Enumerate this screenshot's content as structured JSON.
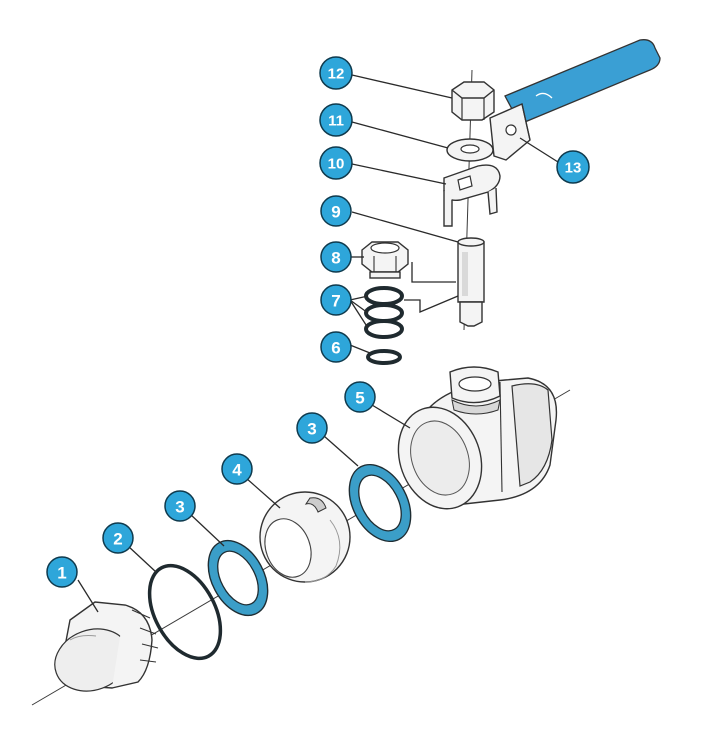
{
  "colors": {
    "accent": "#2ea6da",
    "seat": "#3b9ec8",
    "outline": "#333333"
  },
  "callouts": [
    {
      "id": "1",
      "label": "1"
    },
    {
      "id": "2",
      "label": "2"
    },
    {
      "id": "3a",
      "label": "3"
    },
    {
      "id": "3b",
      "label": "3"
    },
    {
      "id": "4",
      "label": "4"
    },
    {
      "id": "5",
      "label": "5"
    },
    {
      "id": "6",
      "label": "6"
    },
    {
      "id": "7",
      "label": "7"
    },
    {
      "id": "8",
      "label": "8"
    },
    {
      "id": "9",
      "label": "9"
    },
    {
      "id": "10",
      "label": "10"
    },
    {
      "id": "11",
      "label": "11"
    },
    {
      "id": "12",
      "label": "12"
    },
    {
      "id": "13",
      "label": "13"
    }
  ]
}
